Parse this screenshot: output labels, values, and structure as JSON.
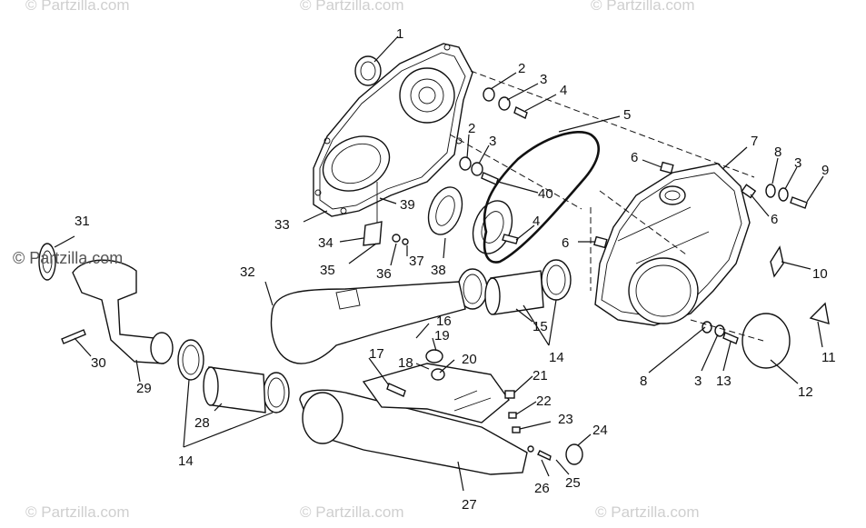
{
  "watermarks": {
    "top_left": "© Partzilla.com",
    "top_center": "© Partzilla.com",
    "top_right": "© Partzilla.com",
    "middle_left": "© Partzilla.com",
    "bottom_left": "© Partzilla.com",
    "bottom_center": "© Partzilla.com",
    "bottom_right": "© Partzilla.com"
  },
  "callouts": {
    "c1": "1",
    "c2a": "2",
    "c3a": "3",
    "c4a": "4",
    "c5": "5",
    "c2b": "2",
    "c3b": "3",
    "c40": "40",
    "c4b": "4",
    "c6a": "6",
    "c7": "7",
    "c8a": "8",
    "c3c": "3",
    "c9": "9",
    "c6b": "6",
    "c6c": "6",
    "c10": "10",
    "c11": "11",
    "c12": "12",
    "c13": "13",
    "c3d": "3",
    "c8b": "8",
    "c31": "31",
    "c33": "33",
    "c39": "39",
    "c34": "34",
    "c35": "35",
    "c36": "36",
    "c37": "37",
    "c38": "38",
    "c32": "32",
    "c30": "30",
    "c29": "29",
    "c28": "28",
    "c14a": "14",
    "c14b": "14",
    "c15": "15",
    "c16": "16",
    "c17": "17",
    "c18": "18",
    "c19": "19",
    "c20": "20",
    "c21": "21",
    "c22": "22",
    "c23": "23",
    "c24": "24",
    "c25": "25",
    "c26": "26",
    "c27": "27"
  }
}
